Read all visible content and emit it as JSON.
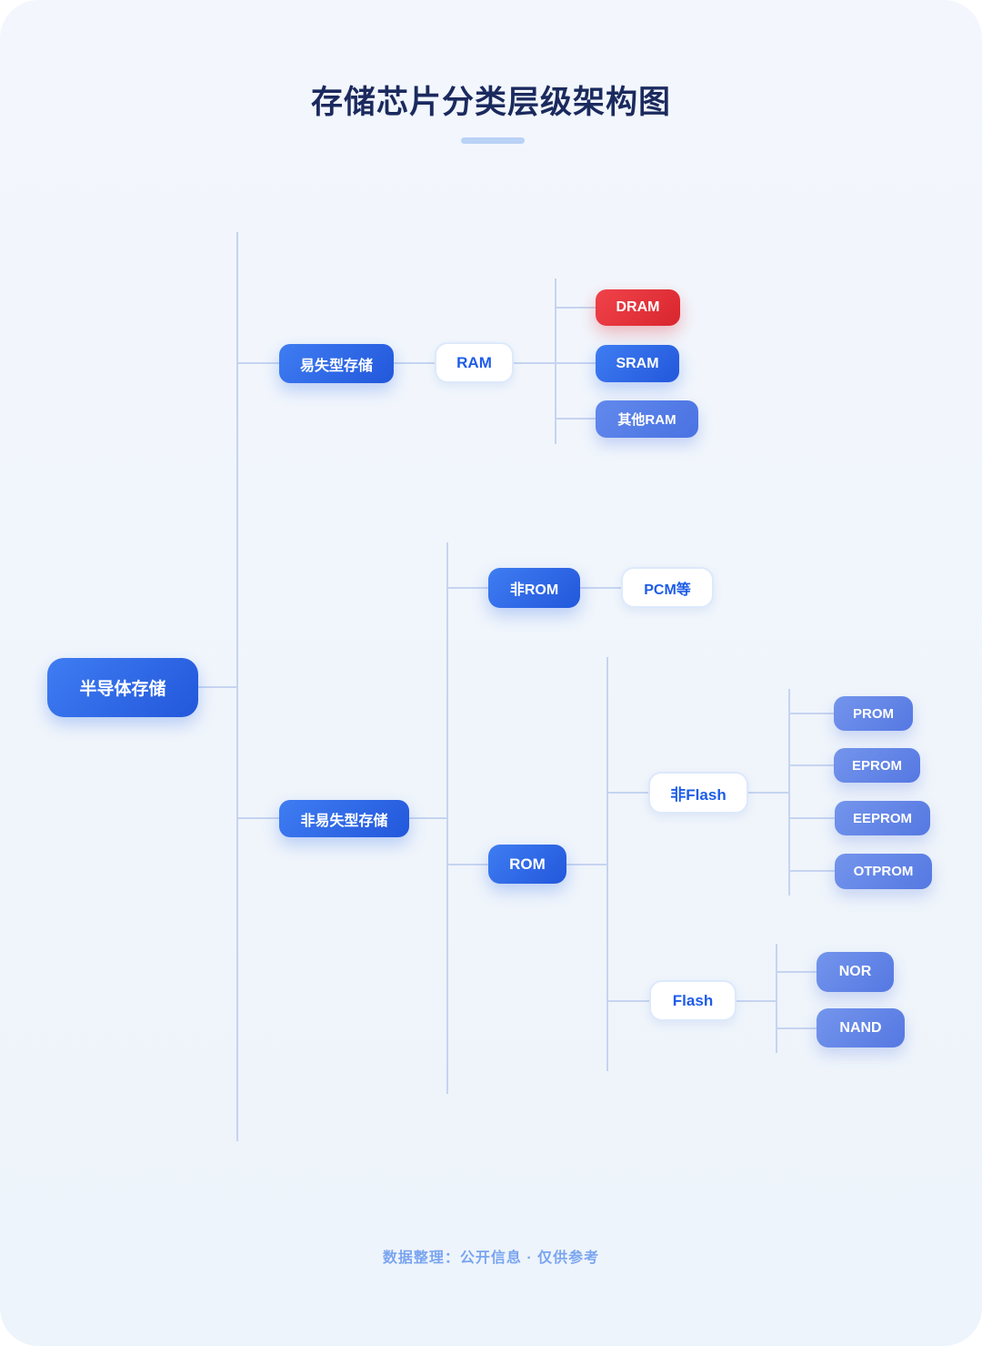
{
  "title": "存储芯片分类层级架构图",
  "footer": "数据整理：公开信息 · 仅供参考",
  "nodes": {
    "root": {
      "label": "半导体存储"
    },
    "volatile": {
      "label": "易失型存储"
    },
    "ram": {
      "label": "RAM"
    },
    "dram": {
      "label": "DRAM"
    },
    "sram": {
      "label": "SRAM"
    },
    "other_ram": {
      "label": "其他RAM"
    },
    "nonvolatile": {
      "label": "非易失型存储"
    },
    "non_rom": {
      "label": "非ROM"
    },
    "pcm": {
      "label": "PCM等"
    },
    "rom": {
      "label": "ROM"
    },
    "non_flash": {
      "label": "非Flash"
    },
    "prom": {
      "label": "PROM"
    },
    "eprom": {
      "label": "EPROM"
    },
    "eeprom": {
      "label": "EEPROM"
    },
    "otprom": {
      "label": "OTPROM"
    },
    "flash": {
      "label": "Flash"
    },
    "nor": {
      "label": "NOR"
    },
    "nand": {
      "label": "NAND"
    }
  },
  "colors": {
    "title_color": "#1b2a5e",
    "underline_color": "#b9d2f6",
    "footer_color": "#7aa5f0",
    "line_color": "#c6d4f0",
    "primary_from": "#3f7df2",
    "primary_to": "#2257db",
    "red_from": "#f0424a",
    "red_to": "#d9262e",
    "mid_from": "#6189ec",
    "mid_to": "#4a72e2",
    "leaf_from": "#7495ec",
    "leaf_to": "#5578e2",
    "outline_border": "#dde9fb",
    "outline_text": "#1d5ce8"
  }
}
